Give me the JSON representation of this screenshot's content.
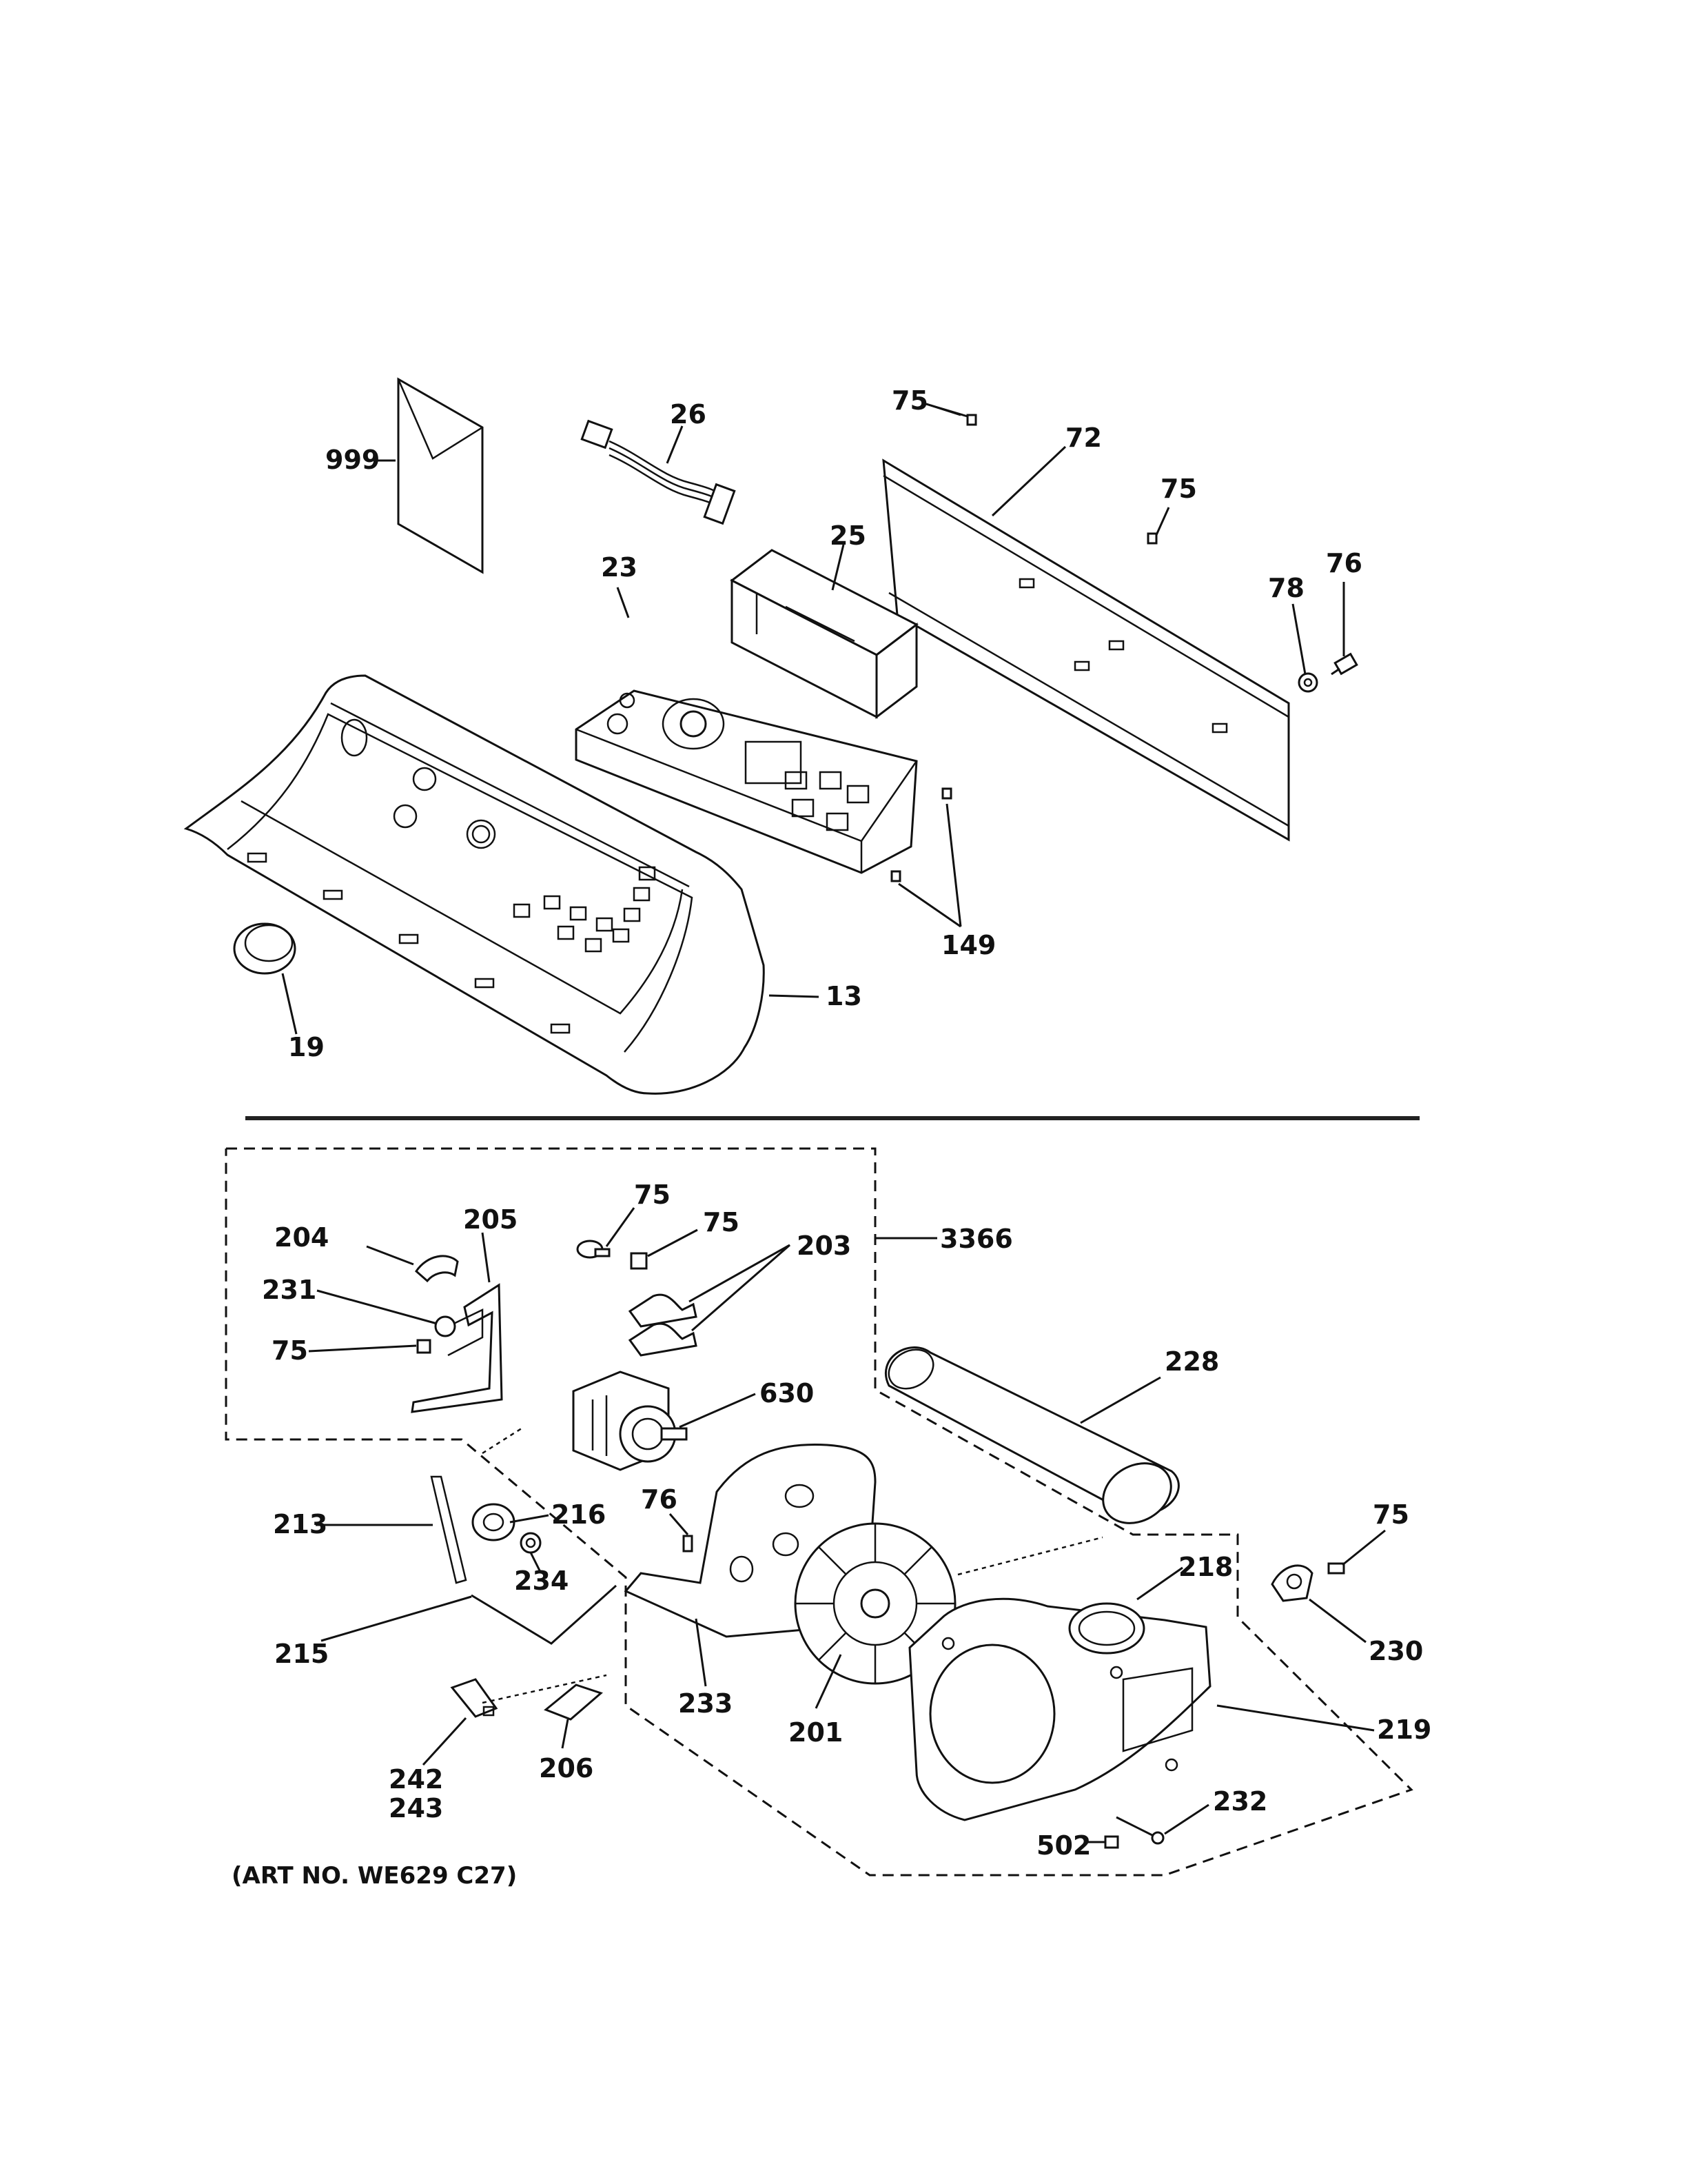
{
  "labels": {
    "l999": "999",
    "l26": "26",
    "l75a": "75",
    "l72": "72",
    "l75b": "75",
    "l25": "25",
    "l23": "23",
    "l78": "78",
    "l76a": "76",
    "l149": "149",
    "l13": "13",
    "l19": "19",
    "l204": "204",
    "l205": "205",
    "l75c": "75",
    "l75d": "75",
    "l203": "203",
    "l3366": "3366",
    "l231": "231",
    "l75e": "75",
    "l228": "228",
    "l630": "630",
    "l76b": "76",
    "l75f": "75",
    "l213": "213",
    "l216": "216",
    "l234": "234",
    "l218": "218",
    "l230": "230",
    "l215": "215",
    "l233": "233",
    "l201": "201",
    "l219": "219",
    "l242": "242",
    "l243": "243",
    "l206": "206",
    "l232": "232",
    "l502": "502"
  },
  "caption": "(ART NO. WE629 C27)"
}
